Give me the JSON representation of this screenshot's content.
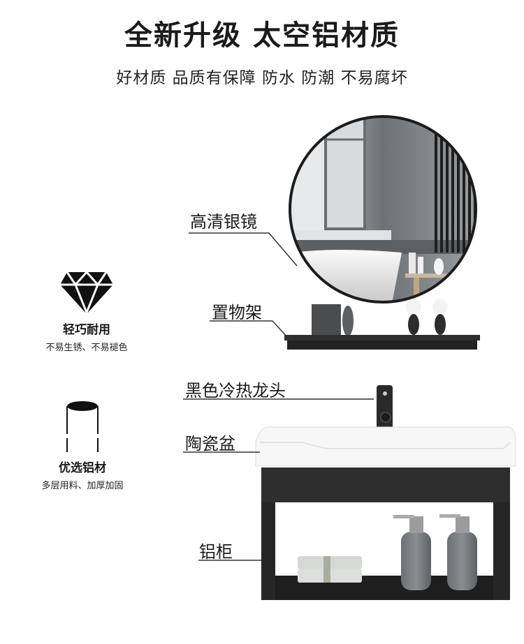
{
  "header": {
    "title": "全新升级 太空铝材质",
    "subtitle": "好材质 品质有保障 防水 防潮 不易腐坏"
  },
  "features": [
    {
      "icon": "diamond-icon",
      "name": "轻巧耐用",
      "desc": "不易生锈、不易褪色"
    },
    {
      "icon": "aluminum-tube-icon",
      "name": "优选铝材",
      "desc": "多层用料、加厚加固"
    }
  ],
  "callouts": [
    {
      "id": "mirror",
      "label": "高清银镜"
    },
    {
      "id": "shelf",
      "label": "置物架"
    },
    {
      "id": "faucet",
      "label": "黑色冷热龙头"
    },
    {
      "id": "basin",
      "label": "陶瓷盆"
    },
    {
      "id": "cabinet",
      "label": "铝柜"
    }
  ],
  "colors": {
    "frame_black": "#1f1f1f",
    "cabinet": "#2b2b2b",
    "ceramic": "#f4f4f4",
    "bottle_gray": "#7a7d80"
  }
}
